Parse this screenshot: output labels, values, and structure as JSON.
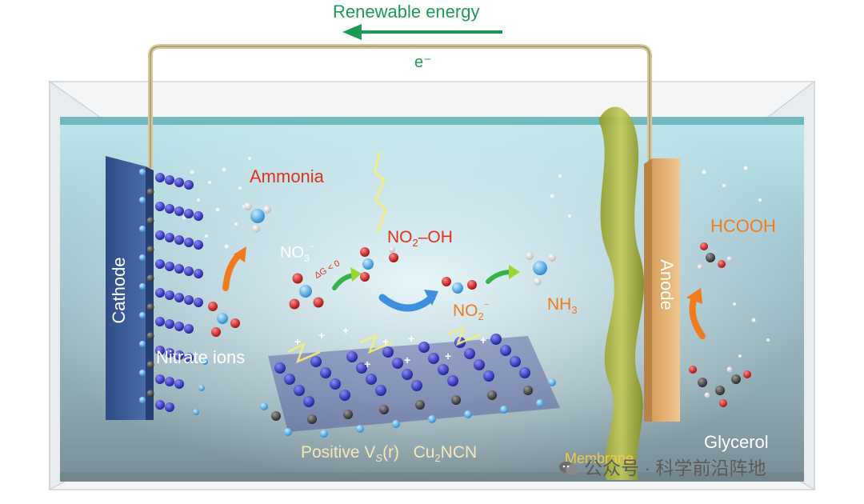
{
  "title": "Renewable energy",
  "electron_label": "e⁻",
  "cathode": {
    "label": "Cathode"
  },
  "anode": {
    "label": "Anode"
  },
  "membrane": {
    "label": "Membrane"
  },
  "species": {
    "ammonia": "Ammonia",
    "nitrate_ions": "Nitrate ions",
    "no3": {
      "base": "NO",
      "sub": "3",
      "sup": "⁻"
    },
    "no2_oh": {
      "base": "NO",
      "sub": "2",
      "rest": "–OH"
    },
    "no2": {
      "base": "NO",
      "sub": "2",
      "sup": "⁻"
    },
    "nh3": {
      "base": "NH",
      "sub": "3"
    },
    "hcooh": "HCOOH",
    "glycerol": "Glycerol",
    "delta_g": "ΔG < 0"
  },
  "catalyst": {
    "positive": "Positive V",
    "vs_sub": "S",
    "vs_rest": "(r)",
    "cu": "Cu",
    "cu_sub": "2",
    "ncn": "NCN"
  },
  "watermark": "公众号 · 科学前沿阵地",
  "colors": {
    "wire": "#d8c99a",
    "cathode": "#3c5a96",
    "anode": "#e0b47a",
    "membrane": "#a9b33c",
    "atom_blue": "#3a3ac8",
    "atom_cyan": "#5ab6ea",
    "atom_grey": "#4a4a4a",
    "atom_red": "#d42a2a",
    "arrow_green": "#36b24a",
    "arrow_orange": "#f07a1e"
  }
}
